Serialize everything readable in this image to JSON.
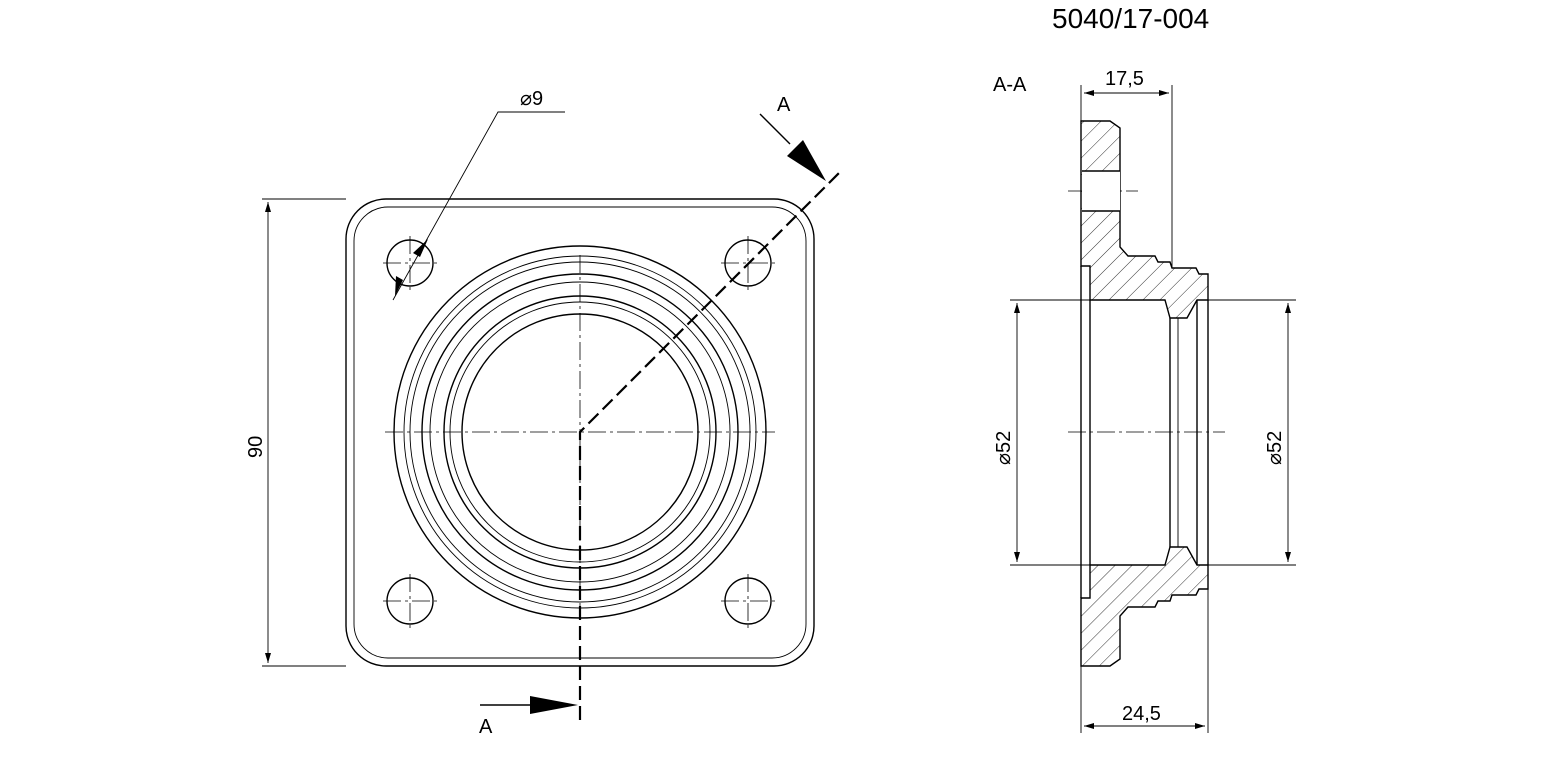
{
  "title": "5040/17-004",
  "section_label": "A-A",
  "cut_labels": {
    "top": "A",
    "bottom": "A"
  },
  "dimensions": {
    "hole_dia": "9",
    "height": "90",
    "hub_width": "17,5",
    "total_width": "24,5",
    "bore_left": "52",
    "bore_right": "52"
  },
  "symbols": {
    "diameter": "⌀"
  }
}
